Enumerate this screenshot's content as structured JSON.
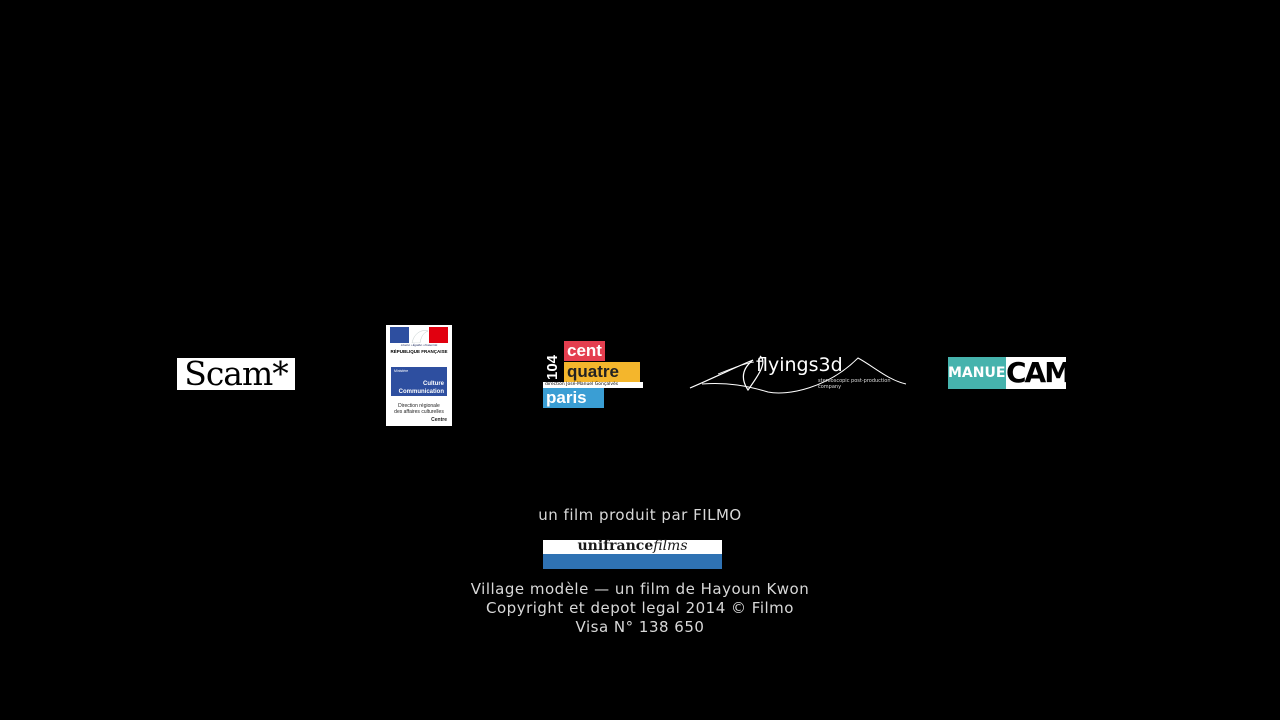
{
  "logos": {
    "scam": {
      "text": "Scam*"
    },
    "ministere": {
      "motto": "Liberté • Égalité • Fraternité",
      "republique": "RÉPUBLIQUE FRANÇAISE",
      "ministere_small": "Ministère",
      "culture_label_1": "Culture",
      "culture_label_2": "Communication",
      "drac_1": "Direction régionale",
      "drac_2": "des affaires culturelles",
      "region": "Centre"
    },
    "centquatre": {
      "number": "104",
      "word1": "cent",
      "word2": "quatre",
      "direction": "direction José-Manuel Gonçalvès",
      "word3": "paris"
    },
    "flyings3d": {
      "title": "flyings3d",
      "tagline": "stereoscopic post-production company"
    },
    "manuelcam": {
      "part1": "MANUEL",
      "part2": "CAM"
    },
    "unifrance": {
      "uni": "unifrance",
      "films": "films"
    }
  },
  "credits": {
    "producer": "un film produit par FILMO",
    "line1": "Village modèle — un film de Hayoun Kwon",
    "line2": "Copyright et depot legal 2014 © Filmo",
    "line3": "Visa N° 138 650"
  },
  "colors": {
    "background": "#000000",
    "text": "#d8d8d8",
    "cent_red": "#e43e4f",
    "quatre_yellow": "#f4b62c",
    "paris_blue": "#3a9ed4",
    "manuel_teal": "#46b3ad",
    "unifrance_blue": "#2f72b3"
  }
}
